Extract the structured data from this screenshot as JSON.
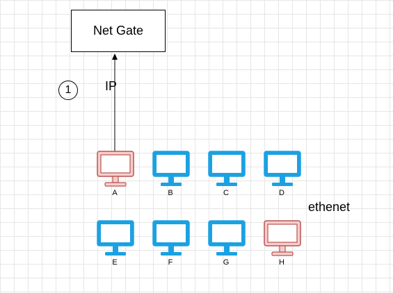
{
  "gateway": {
    "label": "Net Gate"
  },
  "link": {
    "protocol_label": "IP",
    "step_number": "1"
  },
  "network": {
    "label": "ethenet"
  },
  "colors": {
    "host_normal_stroke": "#1ba1e2",
    "host_normal_fill": "#1ba1e2",
    "host_highlight_stroke": "#b85450",
    "host_highlight_fill": "#f8cecc"
  },
  "hosts": [
    {
      "label": "A",
      "highlighted": true
    },
    {
      "label": "B",
      "highlighted": false
    },
    {
      "label": "C",
      "highlighted": false
    },
    {
      "label": "D",
      "highlighted": false
    },
    {
      "label": "E",
      "highlighted": false
    },
    {
      "label": "F",
      "highlighted": false
    },
    {
      "label": "G",
      "highlighted": false
    },
    {
      "label": "H",
      "highlighted": true
    }
  ]
}
